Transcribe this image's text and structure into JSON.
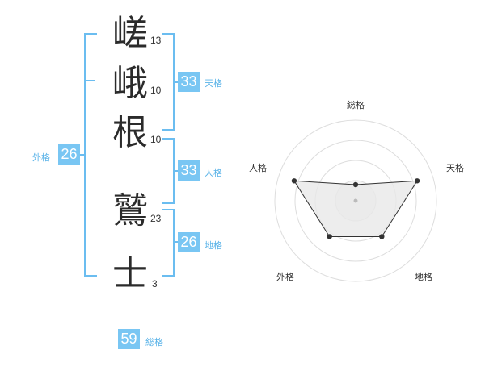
{
  "name_chars": [
    {
      "char": "嵯",
      "strokes": "13"
    },
    {
      "char": "峨",
      "strokes": "10"
    },
    {
      "char": "根",
      "strokes": "10"
    },
    {
      "char": "鷲",
      "strokes": "23"
    },
    {
      "char": "士",
      "strokes": "3"
    }
  ],
  "kaku": {
    "tenkaku": {
      "value": "33",
      "label": "天格"
    },
    "jinkaku": {
      "value": "33",
      "label": "人格"
    },
    "chikaku": {
      "value": "26",
      "label": "地格"
    },
    "gaikaku": {
      "value": "26",
      "label": "外格"
    },
    "soukaku": {
      "value": "59",
      "label": "総格"
    }
  },
  "radar": {
    "axes": [
      "総格",
      "天格",
      "地格",
      "外格",
      "人格"
    ],
    "levels": [
      0.2,
      0.8,
      0.55,
      0.55,
      0.8
    ],
    "colors": {
      "fill": "#e8e8e8",
      "stroke": "#333333",
      "ring": "#dddddd"
    }
  },
  "colors": {
    "accent": "#79c6f3",
    "accent_text": "#5ab3e8"
  }
}
